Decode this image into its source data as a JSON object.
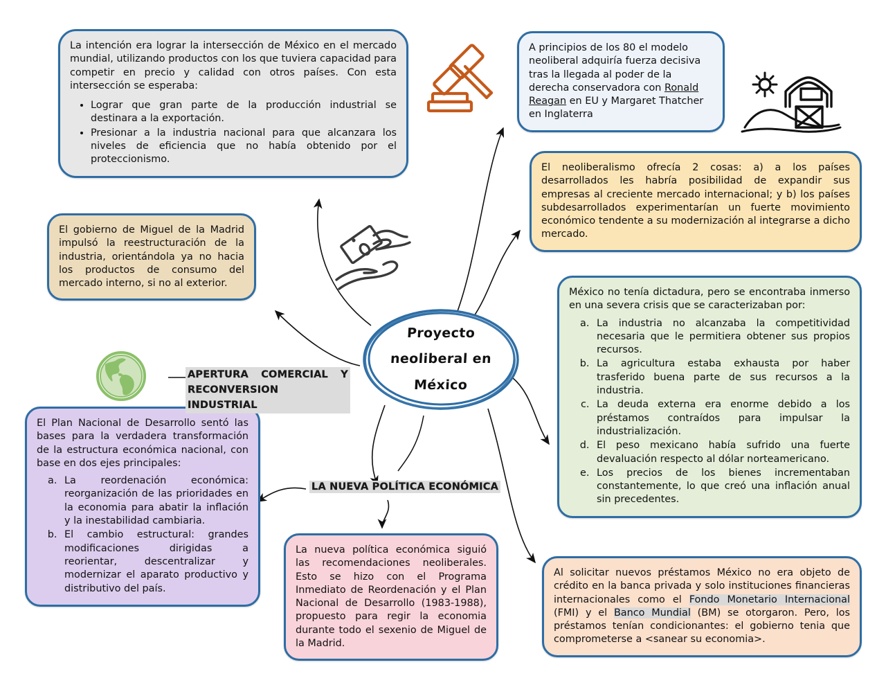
{
  "center": {
    "lines": [
      "Proyecto",
      "neoliberal en",
      "México"
    ],
    "shape": "double-ellipse",
    "border_color": "#2e6da4"
  },
  "branch_labels": {
    "apertura_line1_words": [
      "APERTURA",
      "COMERCIAL",
      "Y"
    ],
    "apertura_line2": "RECONVERSION INDUSTRIAL",
    "nueva_politica": "LA NUEVA POLÍTICA ECONÓMICA"
  },
  "nodes": {
    "intencion": {
      "fill": "#e7e7e7",
      "paragraph": "La intención era lograr la intersección de México en el mercado mundial, utilizando productos con los que tuviera capacidad para competir en precio y calidad con otros países. Con esta intersección se esperaba:",
      "bullets": [
        "Lograr que gran parte de la producción industrial se destinara a la exportación.",
        "Presionar a la industria nacional para que alcanzara los niveles de eficiencia que no había obtenido por el proteccionismo."
      ]
    },
    "principios": {
      "fill": "#eef3fa",
      "text_before": "A principios de los 80 el modelo neoliberal adquiría fuerza decisiva tras la llegada al poder de la derecha conservadora con ",
      "underlined": "Ronald Reagan",
      "text_after": " en EU y Margaret Thatcher en Inglaterra"
    },
    "ofrecia": {
      "fill": "#fbe5b6",
      "paragraph": "El neoliberalismo ofrecía 2 cosas: a) a los países desarrollados les habría posibilidad de expandir sus empresas al creciente mercado internacional; y b) los países subdesarrollados experimentarían un fuerte movimiento económico tendente a su modernización al integrarse a dicho mercado."
    },
    "mexico_crisis": {
      "fill": "#e4eed8",
      "paragraph": "México no tenía dictadura, pero se encontraba inmerso en una severa crisis que se caracterizaban por:",
      "items": [
        "La industria no alcanzaba la competitividad necesaria que le permitiera obtener sus propios recursos.",
        "La agricultura estaba exhausta por haber trasferido buena parte de sus recursos a la industria.",
        "La deuda externa era enorme debido a los préstamos contraídos para impulsar la industrialización.",
        "El peso mexicano había sufrido una fuerte devaluación respecto al dólar norteamericano.",
        "Los precios de los bienes incrementaban constantemente, lo que creó una inflación anual sin precedentes."
      ]
    },
    "solicitar": {
      "fill": "#fbe0cc",
      "part1": "Al solicitar nuevos préstamos México no era objeto de crédito en la banca privada y solo instituciones financieras internacionales como el ",
      "highlight1": "Fondo Monetario Internacional",
      "part2": " (FMI) y el ",
      "highlight2": "Banco Mundial",
      "part3": " (BM) se otorgaron. Pero, los préstamos tenían condicionantes: el gobierno tenia que comprometerse a <sanear su economia>."
    },
    "gobierno": {
      "fill": "#ecdcbc",
      "paragraph": "El gobierno de Miguel de la Madrid impulsó la reestructuración de la industria, orientándola ya no hacia los productos de consumo del mercado interno, si no al exterior."
    },
    "plan": {
      "fill": "#dccdee",
      "paragraph": "El Plan Nacional de Desarrollo sentó las bases para la verdadera transformación de la estructura económica nacional, con base en dos ejes principales:",
      "items": [
        "La reordenación económica: reorganización de las prioridades en la economia para abatir la inflación y la inestabilidad cambiaria.",
        "El cambio estructural: grandes modificaciones dirigidas a reorientar, descentralizar y modernizar el aparato productivo y distributivo del país."
      ]
    },
    "nueva_politica": {
      "fill": "#f9d3da",
      "paragraph": "La nueva política económica siguió las recomendaciones neoliberales. Esto se hizo con el Programa Inmediato de Reordenación y el Plan Nacional de Desarrollo (1983-1988), propuesto para regir la economia durante todo el sexenio de Miguel de la Madrid."
    }
  },
  "icons": {
    "gavel": {
      "name": "gavel-icon",
      "color": "#c55a1b"
    },
    "money_hand": {
      "name": "money-in-hands-icon",
      "color": "#3a3a3a"
    },
    "barn_sun": {
      "name": "barn-with-sun-icon",
      "color": "#111111"
    },
    "globe": {
      "name": "globe-americas-icon",
      "color": "#8cc06a"
    }
  }
}
